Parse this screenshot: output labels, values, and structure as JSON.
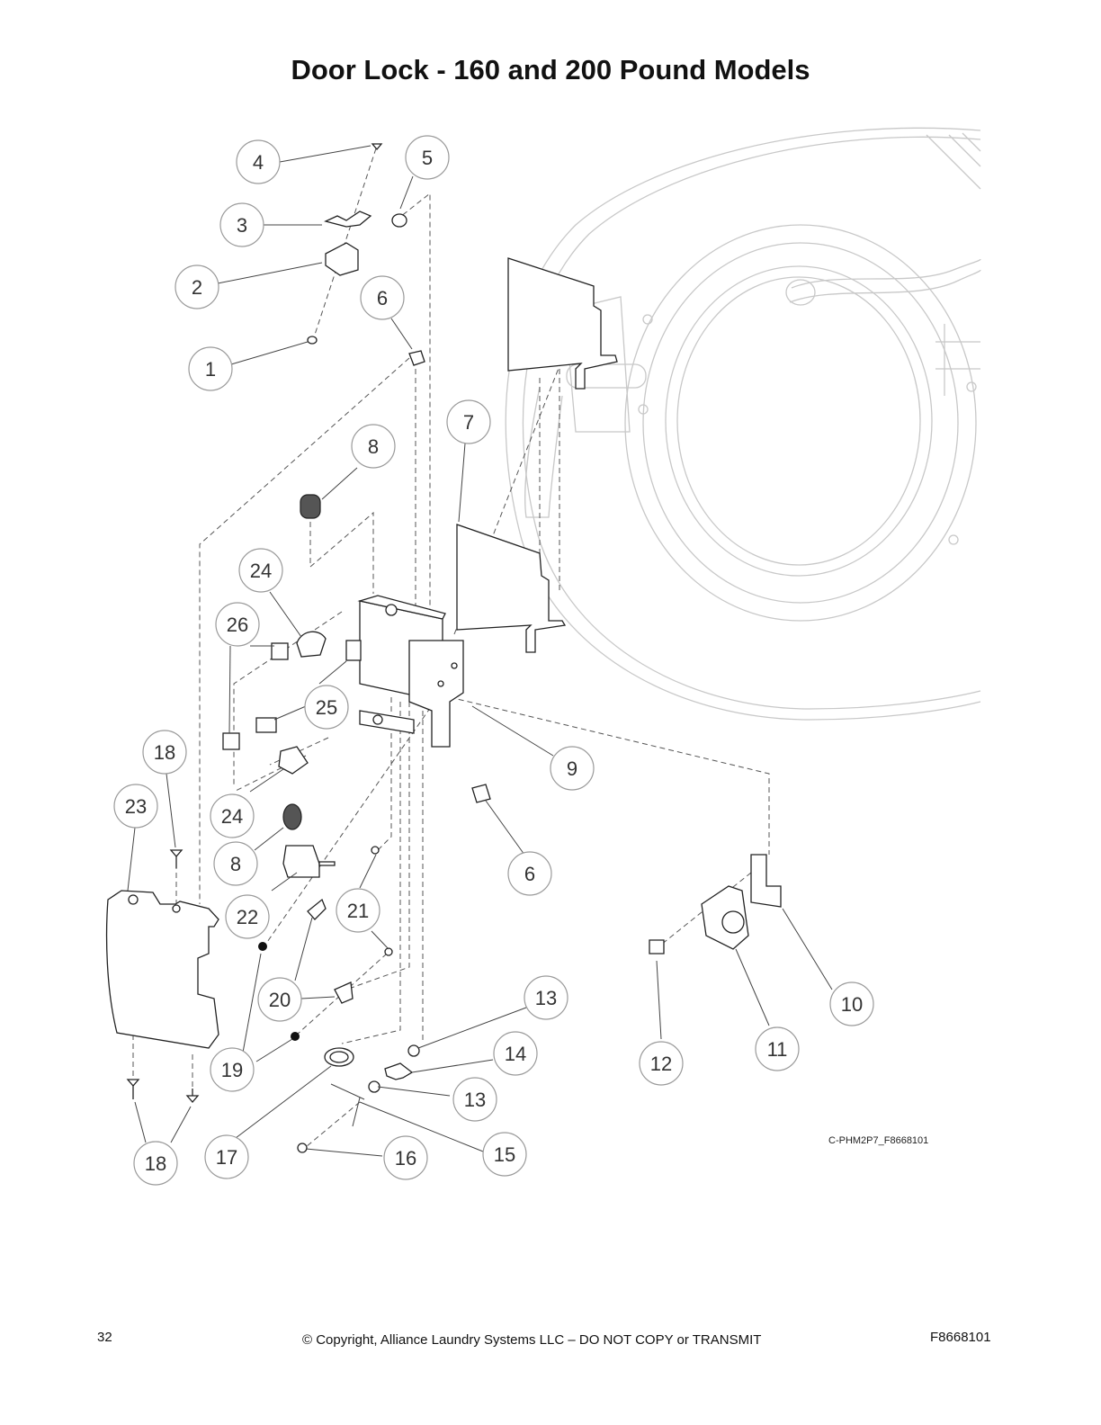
{
  "title": "Door Lock - 160 and 200 Pound Models",
  "drawing_ref": "C-PHM2P7_F8668101",
  "footer": {
    "page_number": "32",
    "copyright": "© Copyright, Alliance Laundry Systems LLC – DO NOT COPY or TRANSMIT",
    "doc_number": "F8668101"
  },
  "callouts": [
    "4",
    "5",
    "3",
    "2",
    "6",
    "1",
    "7",
    "8",
    "24",
    "26",
    "25",
    "18",
    "9",
    "23",
    "24",
    "8",
    "6",
    "22",
    "21",
    "20",
    "13",
    "14",
    "10",
    "11",
    "12",
    "19",
    "13",
    "15",
    "16",
    "17",
    "18"
  ]
}
